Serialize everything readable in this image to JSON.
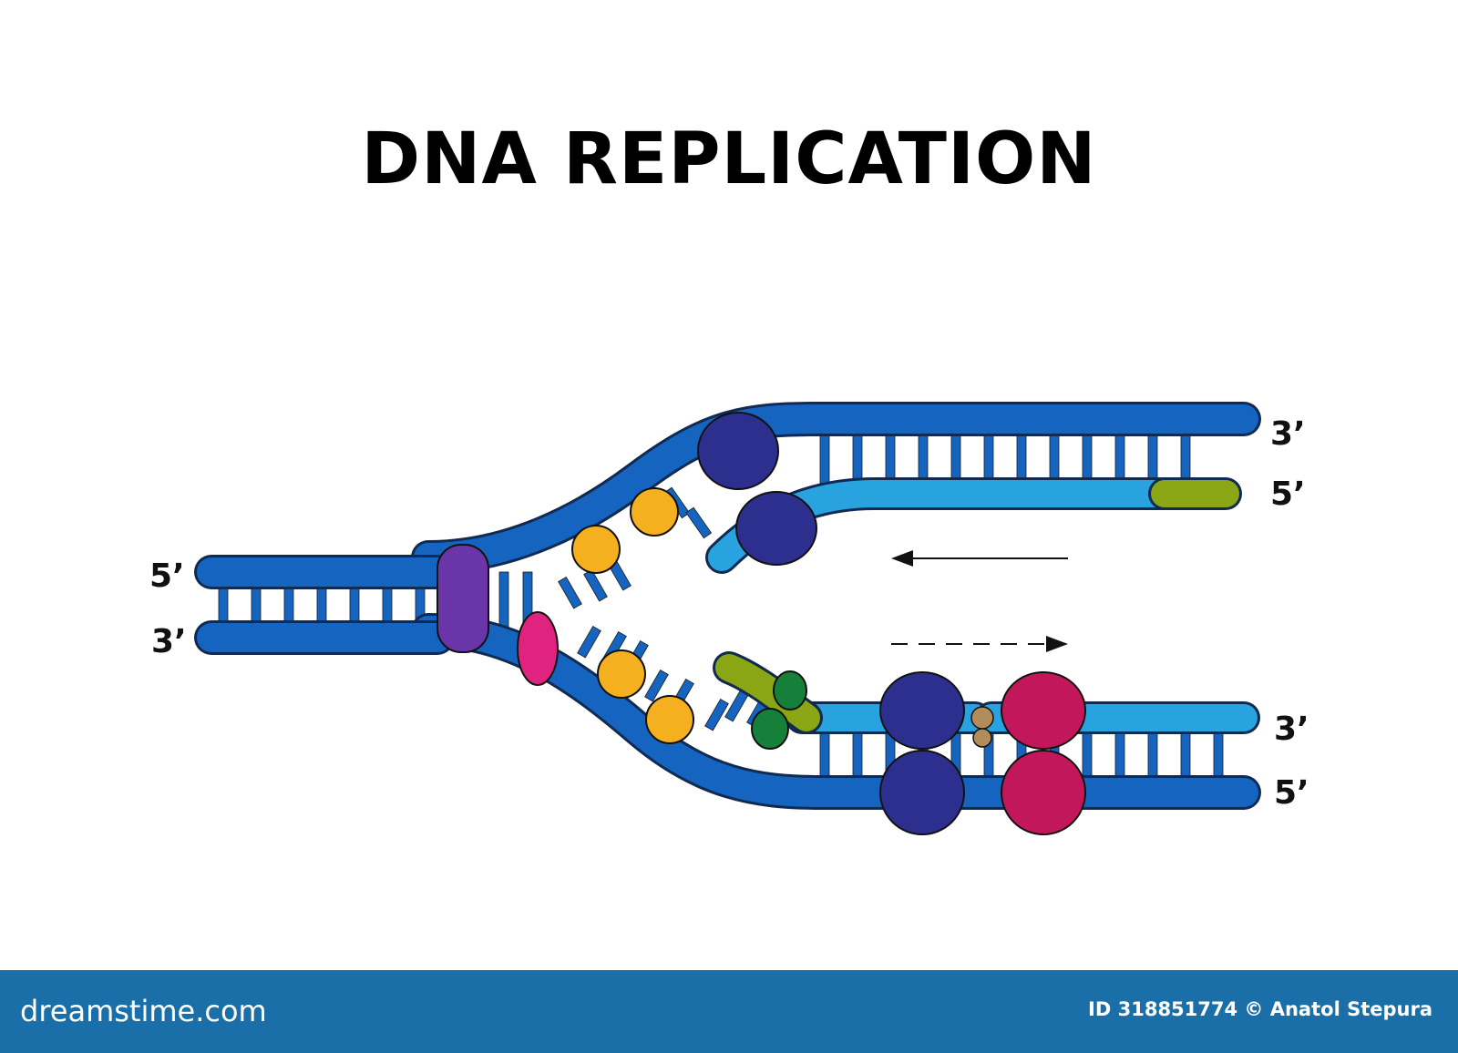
{
  "title": "DNA REPLICATION",
  "labels": {
    "left_top": "5’",
    "left_bottom": "3’",
    "right_upper_1": "3’",
    "right_upper_2": "5’",
    "right_lower_1": "3’",
    "right_lower_2": "5’"
  },
  "footer": {
    "brand": "dreamstime.com",
    "credit": "ID 318851774 © Anatol Stepura"
  },
  "colors": {
    "parent_strand": "#1565c0",
    "new_strand": "#29a3e0",
    "primer": "#8aa614",
    "helicase": "#6a35a8",
    "topoisomerase": "#e0237f",
    "ssb": "#f5b020",
    "polymerase": "#2c2f8e",
    "ligase": "#c2185b",
    "primase": "#16803a",
    "ligase_joint": "#b28c5a",
    "footer_bg": "#1b6fa8"
  }
}
